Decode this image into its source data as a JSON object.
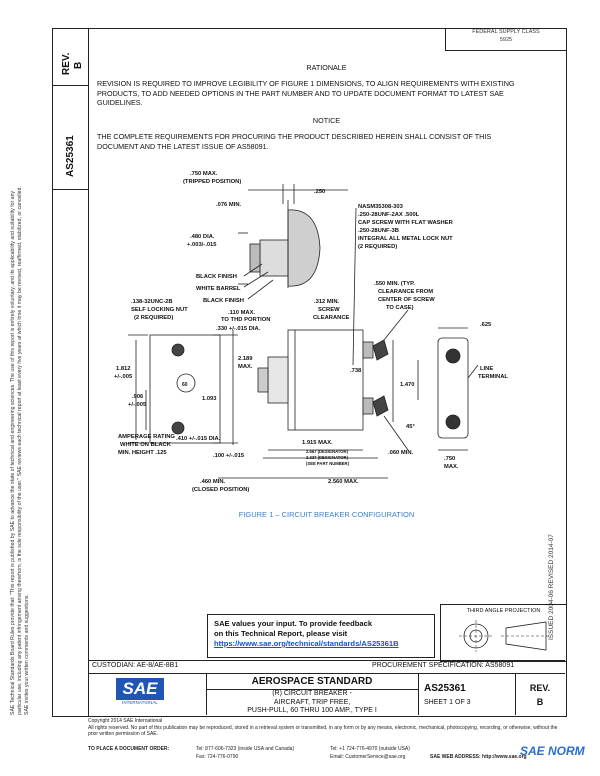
{
  "header": {
    "top_right_line1": "FEDERAL SUPPLY CLASS",
    "top_right_line2": "5925",
    "left_rev_label": "REV.",
    "left_rev_value": "B",
    "left_doc_number": "AS25361",
    "rationale_title": "RATIONALE",
    "rationale_text": "REVISION IS REQUIRED TO IMPROVE LEGIBILITY OF FIGURE 1 DIMENSIONS, TO ALIGN REQUIREMENTS WITH EXISTING PRODUCTS, TO ADD NEEDED OPTIONS IN THE PART NUMBER AND TO UPDATE DOCUMENT FORMAT TO LATEST SAE GUIDELINES.",
    "notice_title": "NOTICE",
    "notice_text": "THE COMPLETE REQUIREMENTS FOR PROCURING THE PRODUCT DESCRIBED HEREIN SHALL CONSIST OF THIS DOCUMENT AND THE LATEST ISSUE OF AS58091."
  },
  "sidenote": "SAE Technical Standards Board Rules provide that: \"This report is published by SAE to advance the state of technical and engineering sciences. The use of this report is entirely voluntary, and its applicability and suitability for any particular use, including any patent infringement arising therefrom, is the sole responsibility of the user.\" SAE reviews each technical report at least every five years at which time it may be revised, reaffirmed, stabilized, or cancelled. SAE invites your written comments and suggestions.",
  "figure": {
    "labels": {
      "d750": ".750 MAX.",
      "tripped": "(TRIPPED POSITION)",
      "d250": ".250",
      "d076": ".076 MIN.",
      "nasm": "NASM35308-303",
      "cap1": ".250-28UNF-2AX .500L",
      "cap2": "CAP SCREW WITH FLAT WASHER",
      "cap3": ".250-28UNF-3B",
      "cap4": "INTEGRAL ALL METAL LOCK NUT",
      "cap5": "(2 REQUIRED)",
      "d480": ".480 DIA.",
      "d480tol": "+.003/-.015",
      "black_finish1": "BLACK FINISH",
      "white_barrel": "WHITE BARREL",
      "black_finish2": "BLACK FINISH",
      "d550": ".550 MIN. (TYP.",
      "clear1": "CLEARANCE FROM",
      "clear2": "CENTER OF SCREW",
      "clear3": "TO CASE)",
      "unc1": ".138-32UNC-2B",
      "unc2": "SELF LOCKING NUT",
      "unc3": "(2 REQUIRED)",
      "d110": ".110 MAX.",
      "thd": "TO THD PORTION",
      "d312": ".312 MIN.",
      "screw": "SCREW",
      "clearance": "CLEARANCE",
      "d330": ".330 +/-.015 DIA.",
      "d625": ".625",
      "d2189": "2.189",
      "max": "MAX.",
      "d1812": "1.812",
      "tol005a": "+/-.005",
      "d906": ".906",
      "tol005b": "+/-.005",
      "d1093": "1.093",
      "d738": ".738",
      "d1470": "1.470",
      "line": "LINE",
      "terminal": "TERMINAL",
      "d410": ".410 +/-.015 DIA.",
      "d100": ".100 +/-.015",
      "d1915": "1.915 MAX.",
      "d060": ".060 MIN.",
      "deg45": "45°",
      "amp1": "AMPERAGE RATING",
      "amp2": "WHITE ON BLACK",
      "amp3": "MIN. HEIGHT .125",
      "d2667": "2.667 (DESIGNATOR)",
      "d2337": "2.337 (DESIGNATOR)",
      "seepart": "(SEE PART NUMBER)",
      "d750b": ".750",
      "maxb": "MAX.",
      "d460": ".460 MIN.",
      "closed": "(CLOSED POSITION)",
      "d2560": "2.560 MAX.",
      "dial": "60"
    },
    "caption": "FIGURE 1 – CIRCUIT BREAKER CONFIGURATION",
    "vertical_stamp": "ISSUED 2004-06    REVISED 2014-07"
  },
  "feedback": {
    "line1": "SAE values your input. To provide feedback",
    "line2": "on this Technical Report, please visit",
    "link": "https://www.sae.org/technical/standards/AS25361B"
  },
  "projection": {
    "label": "THIRD ANGLE PROJECTION"
  },
  "title_block": {
    "custodian": "CUSTODIAN: AE-8/AE-8B1",
    "procurement": "PROCUREMENT SPECIFICATION: AS58091",
    "standard": "AEROSPACE STANDARD",
    "title1": "(R) CIRCUIT BREAKER -",
    "title2": "AIRCRAFT, TRIP FREE,",
    "title3": "PUSH-PULL, 60 THRU 100 AMP., TYPE I",
    "doc_number": "AS25361",
    "sheet": "SHEET 1 OF 3",
    "rev_label": "REV.",
    "rev_value": "B",
    "logo_text": "SAE",
    "logo_sub": "INTERNATIONAL"
  },
  "footer": {
    "copyright": "Copyright 2014 SAE International",
    "rights": "All rights reserved. No part of this publication may be reproduced, stored in a retrieval system or transmitted, in any form or by any means, electronic, mechanical, photocopying, recording, or otherwise, without the prior written permission of SAE.",
    "order_label": "TO PLACE A DOCUMENT ORDER:",
    "tel1": "Tel: 877-606-7323 (inside USA and Canada)",
    "tel2": "Tel: +1 724-776-4970 (outside USA)",
    "fax": "Fax: 724-776-0790",
    "email": "Email: CustomerService@sae.org",
    "web": "SAE WEB ADDRESS: http://www.sae.org",
    "watermark": "SAE NORM"
  }
}
